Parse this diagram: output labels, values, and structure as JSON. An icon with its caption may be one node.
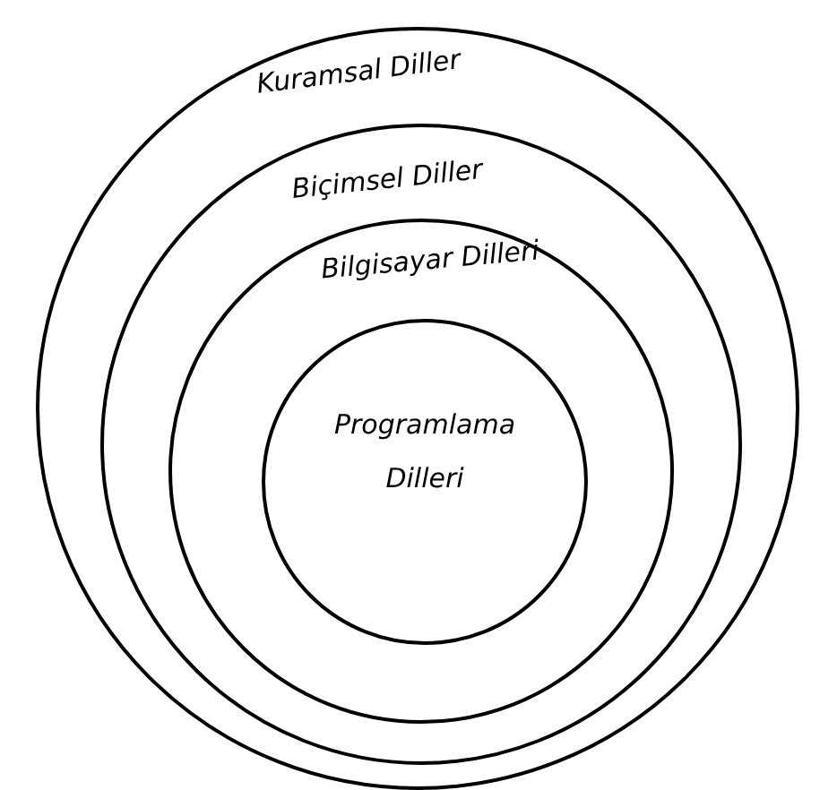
{
  "diagram": {
    "nodes": [
      {
        "text": [
          "Kuramsal Diller"
        ]
      },
      {
        "text": [
          "Biçimsel Diller"
        ],
        "in": 0
      },
      {
        "text": [
          "Bilgisayar Dilleri"
        ],
        "in": 1
      },
      {
        "text": [
          "Programlama Dilleri"
        ],
        "in": 2
      }
    ]
  }
}
